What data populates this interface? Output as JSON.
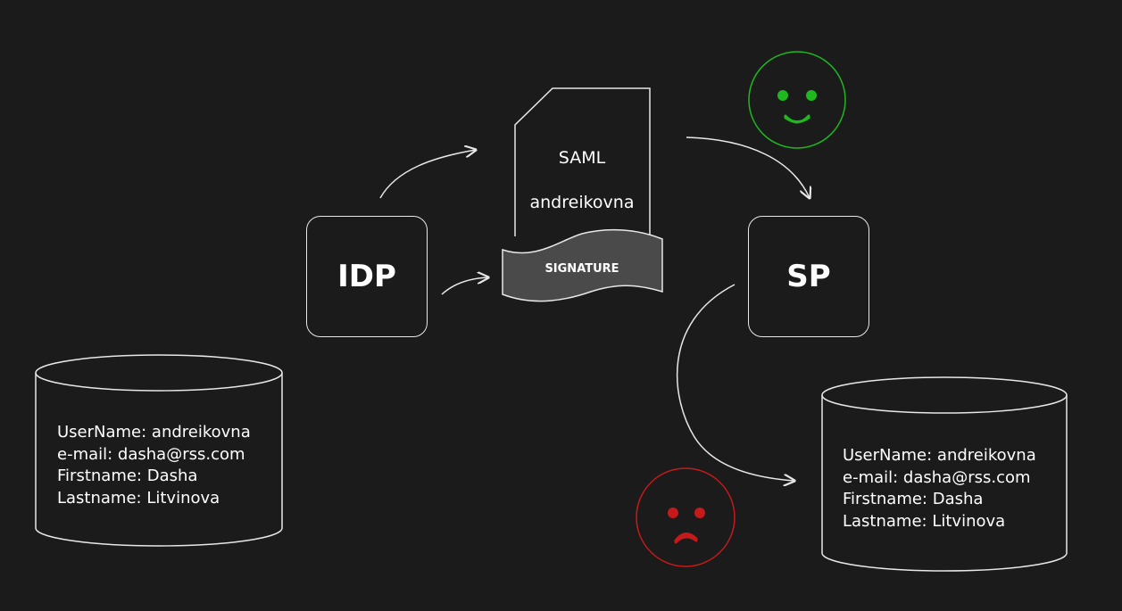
{
  "identity_provider": {
    "label": "IDP",
    "database": {
      "lines": [
        "UserName: andreikovna",
        "e-mail: dasha@rss.com",
        "Firstname: Dasha",
        "Lastname: Litvinova"
      ]
    }
  },
  "service_provider": {
    "label": "SP",
    "database": {
      "lines": [
        "UserName: andreikovna",
        "e-mail: dasha@rss.com",
        "Firstname: Dasha",
        "Lastname: Litvinova"
      ]
    }
  },
  "saml_document": {
    "title": "SAML",
    "subject": "andreikovna",
    "signature_label": "SIGNATURE"
  },
  "status_faces": {
    "happy": {
      "icon": "happy-face-icon",
      "color": "#1fb81f"
    },
    "sad": {
      "icon": "sad-face-icon",
      "color": "#c41a1a"
    }
  },
  "colors": {
    "background": "#1b1b1b",
    "stroke": "#e8e8e8",
    "signature_fill": "#4a4a4a"
  }
}
